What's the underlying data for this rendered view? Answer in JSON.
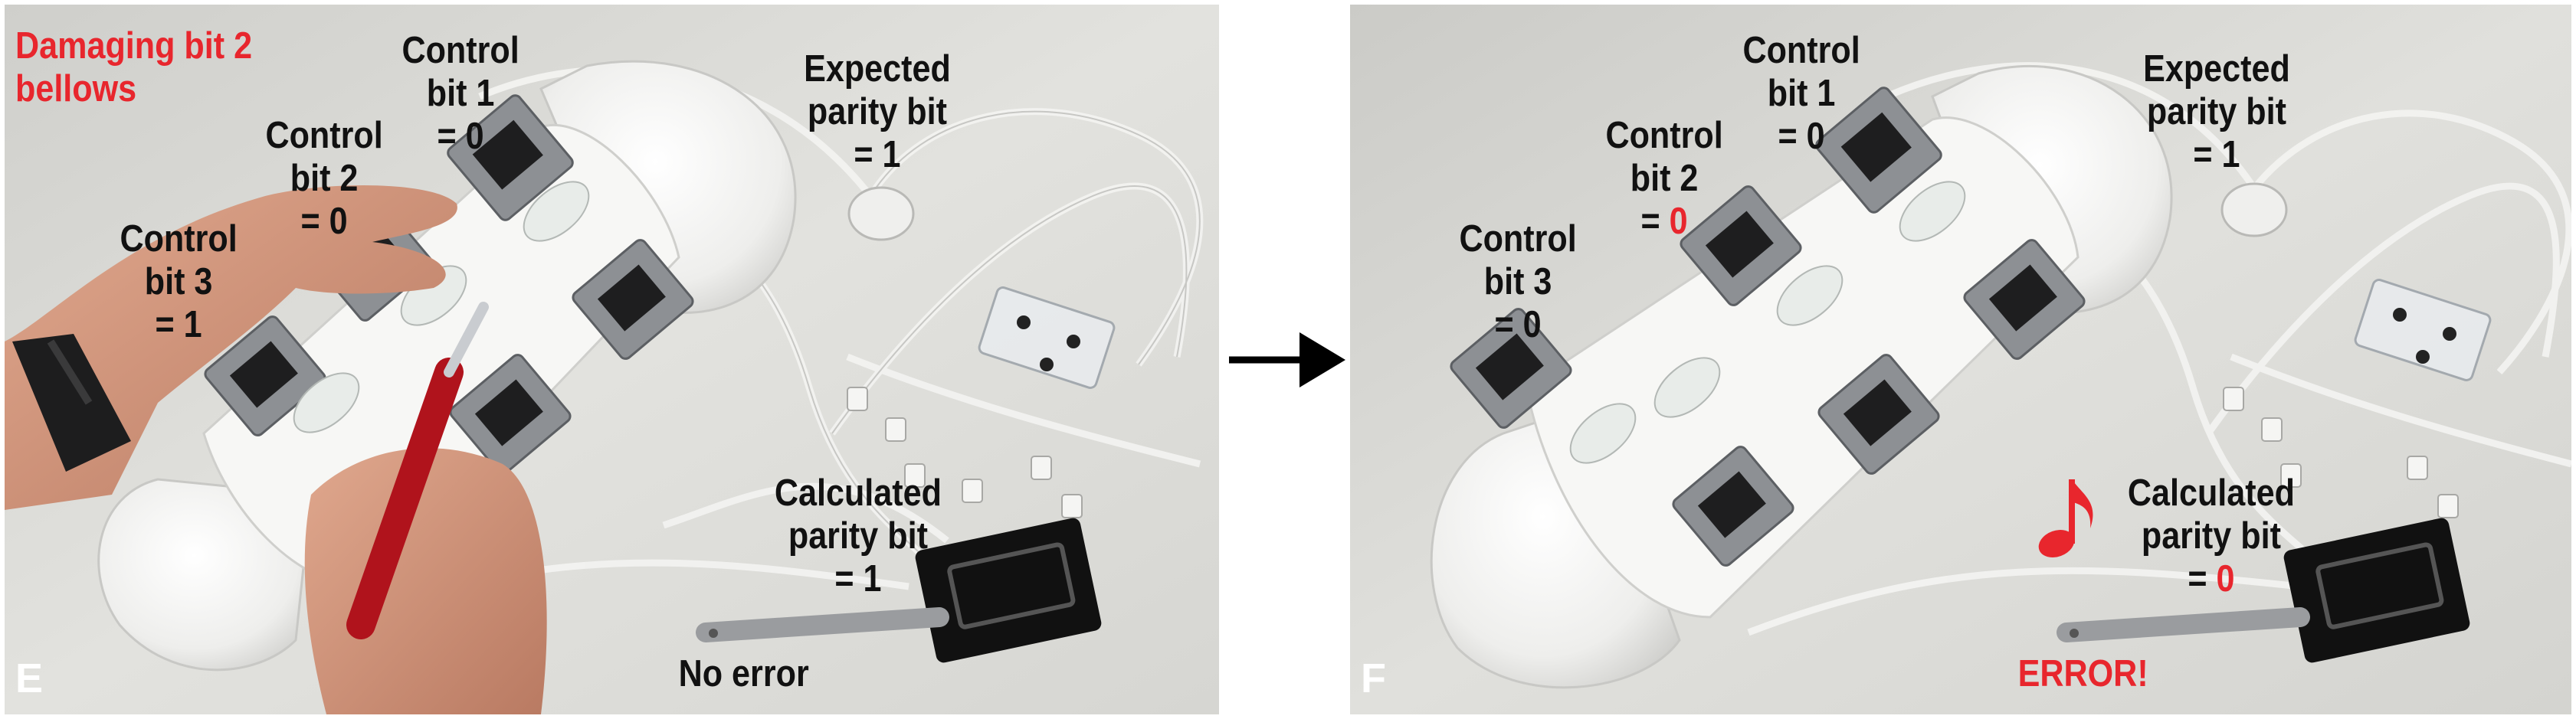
{
  "panel_e": {
    "letter": "E",
    "header": [
      "Damaging bit 2",
      "bellows"
    ],
    "control_bit_1": [
      "Control",
      "bit 1",
      "= 0"
    ],
    "control_bit_2": [
      "Control",
      "bit 2",
      "= 0"
    ],
    "control_bit_3": [
      "Control",
      "bit 3",
      "= 1"
    ],
    "expected_parity": [
      "Expected",
      "parity bit",
      "= 1"
    ],
    "calculated_parity": [
      "Calculated",
      "parity bit",
      "= 1"
    ],
    "status": "No error"
  },
  "panel_f": {
    "letter": "F",
    "control_bit_1": [
      "Control",
      "bit 1",
      "= 0"
    ],
    "control_bit_2": [
      "Control",
      "bit 2",
      "= ",
      "0"
    ],
    "control_bit_3": [
      "Control",
      "bit 3",
      "= 0"
    ],
    "expected_parity": [
      "Expected",
      "parity bit",
      "= 1"
    ],
    "calculated_parity": [
      "Calculated",
      "parity bit",
      "= ",
      "0"
    ],
    "status": "ERROR!",
    "note_icon": "music-note-icon"
  },
  "colors": {
    "accent_red": "#e8262d",
    "label_text": "#111111",
    "background": "#d9d9d6"
  }
}
